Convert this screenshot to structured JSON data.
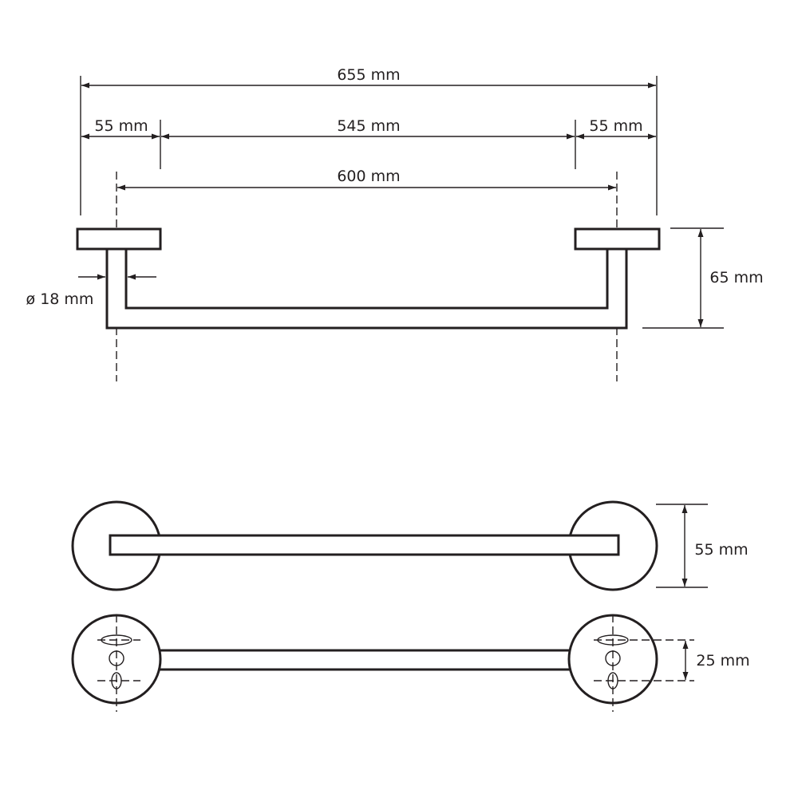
{
  "dimensions": {
    "overall_width": "655 mm",
    "left_rosette": "55 mm",
    "bar_span": "545 mm",
    "right_rosette": "55 mm",
    "center_distance": "600 mm",
    "tube_diameter": "ø 18 mm",
    "projection": "65 mm",
    "rosette_diameter": "55 mm",
    "hole_spacing": "25 mm"
  }
}
